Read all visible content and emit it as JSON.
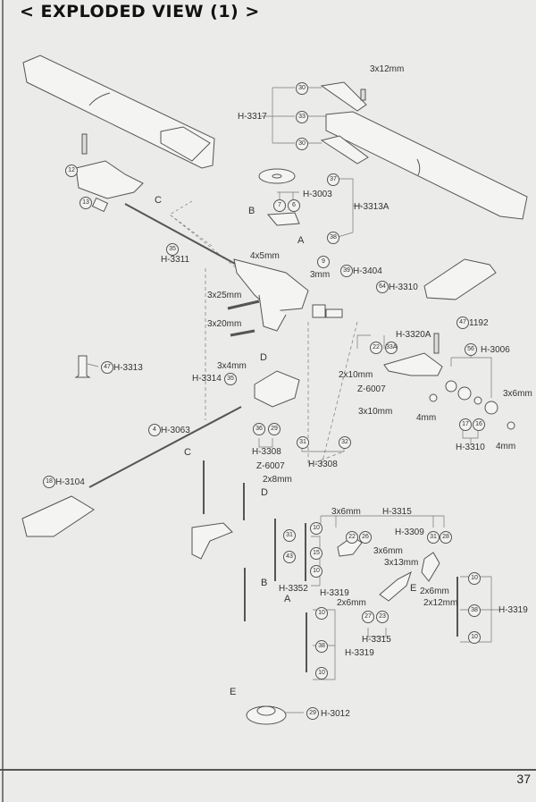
{
  "title": "< EXPLODED VIEW (1) >",
  "page_number": "37",
  "letters": {
    "A1": "A",
    "B1": "B",
    "C1": "C",
    "D1": "D",
    "C2": "C",
    "D2": "D",
    "B2": "B",
    "A2": "A",
    "E1": "E",
    "E2": "E"
  },
  "parts": {
    "h3317": {
      "code": "H-3317",
      "items": [
        "30",
        "33",
        "30"
      ]
    },
    "screw_3x12": "3x12mm",
    "h3003": {
      "code": "H-3003",
      "items": [
        "7",
        "6"
      ]
    },
    "h3313a": {
      "code": "H-3313A",
      "items": [
        "37",
        "38"
      ]
    },
    "screw_4x5": "4x5mm",
    "h3311": {
      "code": "H-3311",
      "item": "35"
    },
    "item_12": "12",
    "item_13": "13",
    "screw_3mm": "3mm",
    "item_9": "9",
    "h3404": {
      "code": "H-3404",
      "item": "39"
    },
    "h3310_top": {
      "code": "H-3310",
      "item": "64"
    },
    "screw_3x25": "3x25mm",
    "screw_3x20": "3x20mm",
    "part_1192": {
      "code": "1192",
      "item": "47"
    },
    "h3320a": {
      "code": "H-3320A",
      "items": [
        "22",
        "33A"
      ]
    },
    "h3006": {
      "code": "H-3006",
      "item": "56"
    },
    "screw_2x10": "2x10mm",
    "z6007_right": "Z-6007",
    "nut_4mm_a": "4mm",
    "screw_3x6_right": "3x6mm",
    "nut_4mm_b": "4mm",
    "h3310_bottom": {
      "code": "H-3310",
      "items": [
        "17",
        "16"
      ]
    },
    "h3313": {
      "code": "H-3313",
      "item": "47"
    },
    "screw_3x4": "3x4mm",
    "h3314": {
      "code": "H-3314",
      "item": "35"
    },
    "h3063": {
      "code": "H-3063",
      "item": "4"
    },
    "h3308_a": {
      "code": "H-3308",
      "items": [
        "36",
        "29"
      ]
    },
    "z6007_center": "Z-6007",
    "screw_2x8": "2x8mm",
    "h3308_b": {
      "code": "H-3308",
      "items": [
        "31",
        "32"
      ]
    },
    "screw_3x10": "3x10mm",
    "h3104": {
      "code": "H-3104",
      "item": "18"
    },
    "screw_3x6_center": "3x6mm",
    "h3315_top": {
      "code": "H-3315",
      "items": [
        "22",
        "26",
        "31",
        "28"
      ]
    },
    "h3309": "H-3309",
    "screw_3x6_mid": "3x6mm",
    "screw_3x13": "3x13mm",
    "h3352": {
      "code": "H-3352",
      "items": [
        "31",
        "43"
      ]
    },
    "h3319_a": {
      "code": "H-3319",
      "items": [
        "10",
        "15",
        "10"
      ]
    },
    "screw_2x6_a": "2x6mm",
    "screw_2x6_b": "2x6mm",
    "screw_2x12": "2x12mm",
    "h3315_bottom": {
      "code": "H-3315",
      "items": [
        "27",
        "23"
      ]
    },
    "h3319_b": {
      "code": "H-3319",
      "items": [
        "10",
        "38",
        "10"
      ]
    },
    "h3319_c": {
      "code": "H-3319",
      "items": [
        "10",
        "38",
        "10"
      ]
    },
    "h3012": {
      "code": "H-3012",
      "item": "29"
    }
  }
}
